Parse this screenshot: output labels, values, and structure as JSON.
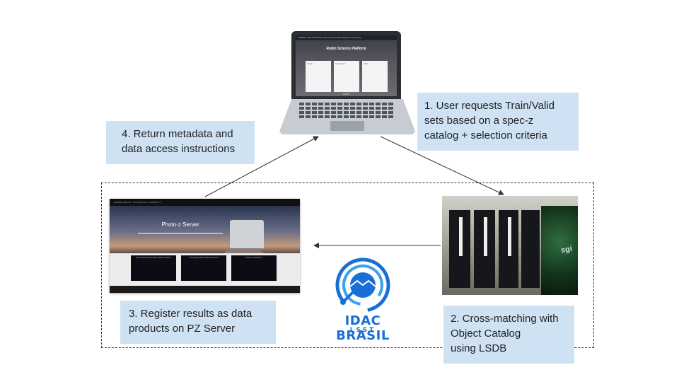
{
  "callouts": {
    "step1": "1. User requests Train/Valid\n    sets based on a spec-z\n    catalog + selection criteria",
    "step2": "2. Cross-matching with\n    Object Catalog\n    using LSDB",
    "step3": "3. Register results as data\n    products on PZ Server",
    "step4": "4. Return metadata and\n    data access instructions"
  },
  "laptop_screen": {
    "nav": "RUBIN   Portal   Notebooks   APIs   Documentation   Support   Community",
    "title": "Rubin Science Platform",
    "cards": [
      "Portal",
      "Notebooks",
      "APIs"
    ],
    "footer": "RUBIN"
  },
  "pz_server": {
    "nav": "HOME   ABOUT   TUTORIALS   CONTACT",
    "title": "Photo-z Server",
    "cards": [
      "Rubin Observatory PZ Data Products",
      "User-generated Data Products",
      "Photo-z Pipelines"
    ]
  },
  "datacenter": {
    "brand": "sgi"
  },
  "logo": {
    "name": "IDAC BRASIL",
    "sub": "LSST",
    "accent": "#1a6fd6"
  },
  "colors": {
    "callout_bg": "#cfe2f3",
    "arrow": "#333333"
  }
}
